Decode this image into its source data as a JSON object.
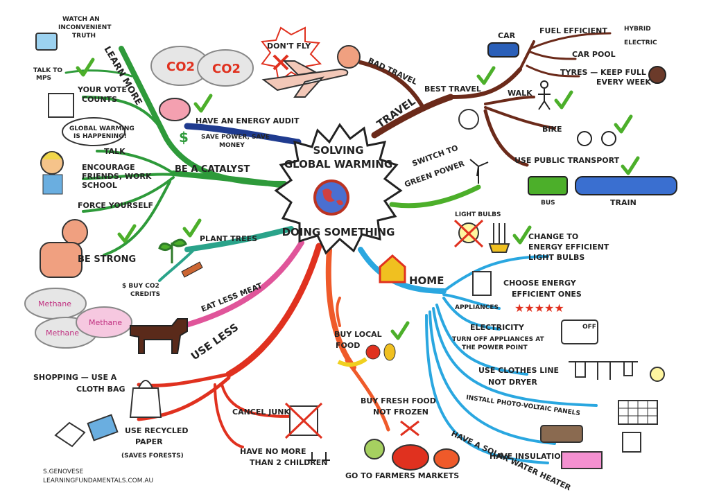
{
  "center": {
    "top": "SOLVING",
    "mid": "GLOBAL WARMING",
    "bottom": "DOING SOMETHING"
  },
  "branches": {
    "learn_more": {
      "label": "LEARN MORE",
      "watch_1": "WATCH AN",
      "watch_2": "INCONVENIENT",
      "watch_3": "TRUTH",
      "talk_mps_1": "TALK TO",
      "talk_mps_2": "MPS",
      "vote_1": "YOUR VOTE",
      "vote_2": "COUNTS"
    },
    "catalyst": {
      "label": "BE A CATALYST",
      "talk": "TALK",
      "bubble_1": "GLOBAL WARMING",
      "bubble_2": "IS HAPPENING!",
      "encourage_1": "ENCOURAGE",
      "encourage_2": "FRIENDS, WORK",
      "encourage_3": "SCHOOL",
      "force": "FORCE YOURSELF",
      "strong": "BE STRONG"
    },
    "energy_audit": {
      "label": "HAVE AN ENERGY AUDIT",
      "save_1": "SAVE POWER, SAVE",
      "save_2": "MONEY",
      "dollar": "$"
    },
    "bad_travel": {
      "label": "BAD TRAVEL",
      "dont_fly": "DON'T FLY",
      "co2_a": "CO2",
      "co2_b": "CO2"
    },
    "travel": {
      "label": "TRAVEL",
      "best_travel": "BEST TRAVEL",
      "car": "CAR",
      "fuel_efficient": "FUEL EFFICIENT",
      "hybrid": "HYBRID",
      "electric": "ELECTRIC",
      "car_pool": "CAR POOL",
      "tyres_1": "TYRES — KEEP FULL",
      "tyres_2": "EVERY WEEK",
      "walk": "WALK",
      "bike": "BIKE",
      "public_transport": "USE PUBLIC TRANSPORT",
      "bus": "BUS",
      "train": "TRAIN"
    },
    "green_power": {
      "label_1": "SWITCH TO",
      "label_2": "GREEN POWER"
    },
    "plant_trees": {
      "label": "PLANT TREES"
    },
    "co2_credits": {
      "label_1": "$ BUY CO2",
      "label_2": "CREDITS"
    },
    "eat_less_meat": {
      "label": "EAT LESS MEAT",
      "methane_1": "Methane",
      "methane_2": "Methane",
      "methane_3": "Methane"
    },
    "use_less": {
      "label": "USE LESS",
      "shopping_1": "SHOPPING — USE A",
      "shopping_2": "CLOTH BAG",
      "paper_1": "USE RECYCLED",
      "paper_2": "PAPER",
      "paper_3": "(SAVES FORESTS)",
      "junk_mail": "CANCEL JUNK MAIL",
      "children_1": "HAVE NO MORE",
      "children_2": "THAN 2 CHILDREN"
    },
    "food": {
      "local_1": "BUY LOCAL",
      "local_2": "FOOD",
      "fresh_1": "BUY FRESH FOOD",
      "fresh_2": "NOT FROZEN",
      "markets": "GO TO FARMERS MARKETS"
    },
    "home": {
      "label": "HOME",
      "bulbs_title": "LIGHT BULBS",
      "bulbs_1": "CHANGE TO",
      "bulbs_2": "ENERGY EFFICIENT",
      "bulbs_3": "LIGHT BULBS",
      "appl_1": "CHOOSE ENERGY",
      "appl_2": "EFFICIENT ONES",
      "appliances": "APPLIANCES",
      "stars": "★★★★★",
      "electricity": "ELECTRICITY",
      "turnoff_1": "TURN OFF APPLIANCES AT",
      "turnoff_2": "THE POWER POINT",
      "off": "OFF",
      "clothes_1": "USE CLOTHES LINE",
      "clothes_2": "NOT DRYER",
      "solar_panels": "INSTALL PHOTO-VOLTAIC PANELS",
      "water_1": "HAVE A SOLAR WATER HEATER",
      "insulation": "HAVE INSULATION"
    }
  },
  "credit": {
    "author": "S.GENOVESE",
    "site": "LEARNINGFUNDAMENTALS.COM.AU"
  },
  "colors": {
    "learn": "#2e9a3a",
    "catalyst": "#2e9a3a",
    "audit": "#1f3b8f",
    "travel": "#6b2a1a",
    "green_power": "#4caf2a",
    "plant": "#2aa38a",
    "meat": "#e0559a",
    "use_less": "#e0311f",
    "food": "#ef5a2a",
    "home": "#2aa7e0"
  }
}
